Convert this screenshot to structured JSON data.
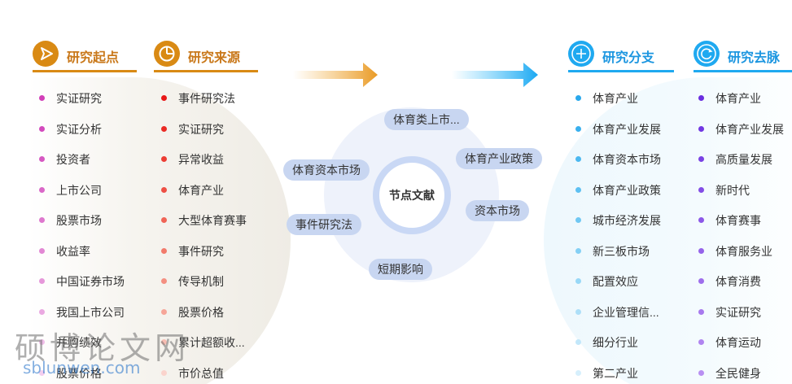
{
  "center": {
    "label": "节点文献",
    "pills": [
      "体育类上市...",
      "体育产业政策",
      "资本市场",
      "短期影响",
      "事件研究法",
      "体育资本市场"
    ]
  },
  "columns": [
    {
      "title": "研究起点",
      "icon": "play-arrow-icon",
      "accent": "#d98a14",
      "items": [
        "实证研究",
        "实证分析",
        "投资者",
        "上市公司",
        "股票市场",
        "收益率",
        "中国证券市场",
        "我国上市公司",
        "并购绩效",
        "股票价格"
      ],
      "dot_colors": [
        "#d23fb8",
        "#d34abd",
        "#d659c2",
        "#da68c8",
        "#de78ce",
        "#e288d4",
        "#e698da",
        "#eaa9e1",
        "#efbde8",
        "#f3ceee"
      ]
    },
    {
      "title": "研究来源",
      "icon": "pie-chart-icon",
      "accent": "#d98a14",
      "items": [
        "事件研究法",
        "实证研究",
        "异常收益",
        "体育产业",
        "大型体育赛事",
        "事件研究",
        "传导机制",
        "股票价格",
        "累计超额收...",
        "市价总值"
      ],
      "dot_colors": [
        "#e81717",
        "#ea2a24",
        "#ec3c33",
        "#ee4f44",
        "#f06456",
        "#f27a6b",
        "#f48f81",
        "#f6a598",
        "#f8bdb2",
        "#fad3cc"
      ]
    },
    {
      "title": "研究分支",
      "icon": "plus-circle-icon",
      "accent": "#1fa9f0",
      "items": [
        "体育产业",
        "体育产业发展",
        "体育资本市场",
        "体育产业政策",
        "城市经济发展",
        "新三板市场",
        "配置效应",
        "企业管理信...",
        "细分行业",
        "第二产业"
      ],
      "dot_colors": [
        "#29a8ec",
        "#39b0ee",
        "#4bb8f0",
        "#5dc0f2",
        "#70c8f3",
        "#84d0f5",
        "#98d8f7",
        "#addff8",
        "#c2e7fa",
        "#d6effc"
      ]
    },
    {
      "title": "研究去脉",
      "icon": "refresh-circle-icon",
      "accent": "#1fa9f0",
      "items": [
        "体育产业",
        "体育产业发展",
        "高质量发展",
        "新时代",
        "体育赛事",
        "体育服务业",
        "体育消费",
        "实证研究",
        "体育运动",
        "全民健身"
      ],
      "dot_colors": [
        "#6a2ee0",
        "#7238e2",
        "#7a42e4",
        "#834de6",
        "#8c58e8",
        "#9563ea",
        "#9e6eec",
        "#a779ee",
        "#b084f0",
        "#b88ff2"
      ]
    }
  ],
  "watermark": {
    "cn": "硕博论文网",
    "en": "sblunwen.com"
  }
}
